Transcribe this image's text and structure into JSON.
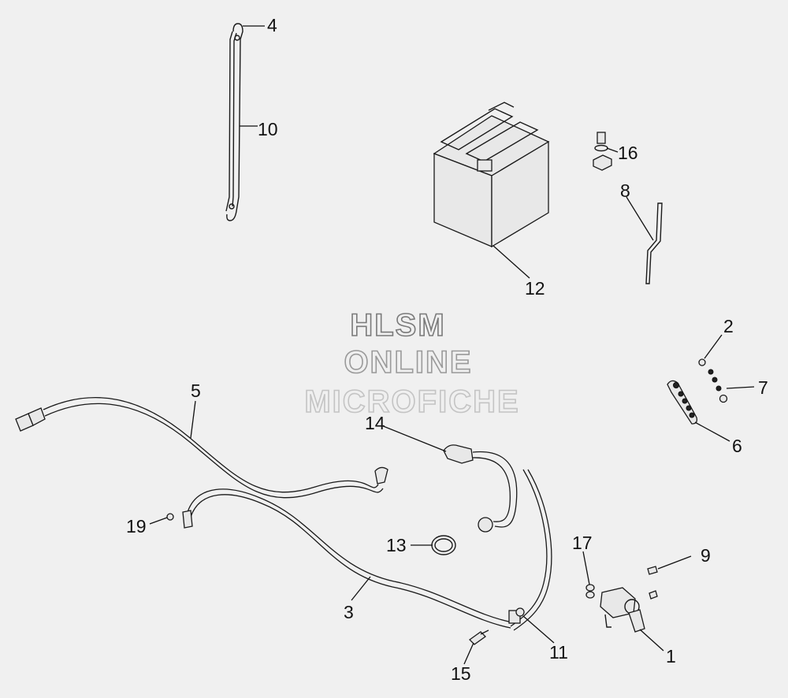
{
  "watermark": {
    "line1": "HLSM",
    "line2": "ONLINE",
    "line3": "MICROFICHE"
  },
  "callouts": {
    "c1": "1",
    "c2": "2",
    "c3": "3",
    "c4": "4",
    "c5": "5",
    "c6": "6",
    "c7": "7",
    "c8": "8",
    "c9": "9",
    "c10": "10",
    "c11": "11",
    "c12": "12",
    "c13": "13",
    "c14": "14",
    "c15": "15",
    "c16": "16",
    "c17": "17",
    "c19": "19"
  }
}
